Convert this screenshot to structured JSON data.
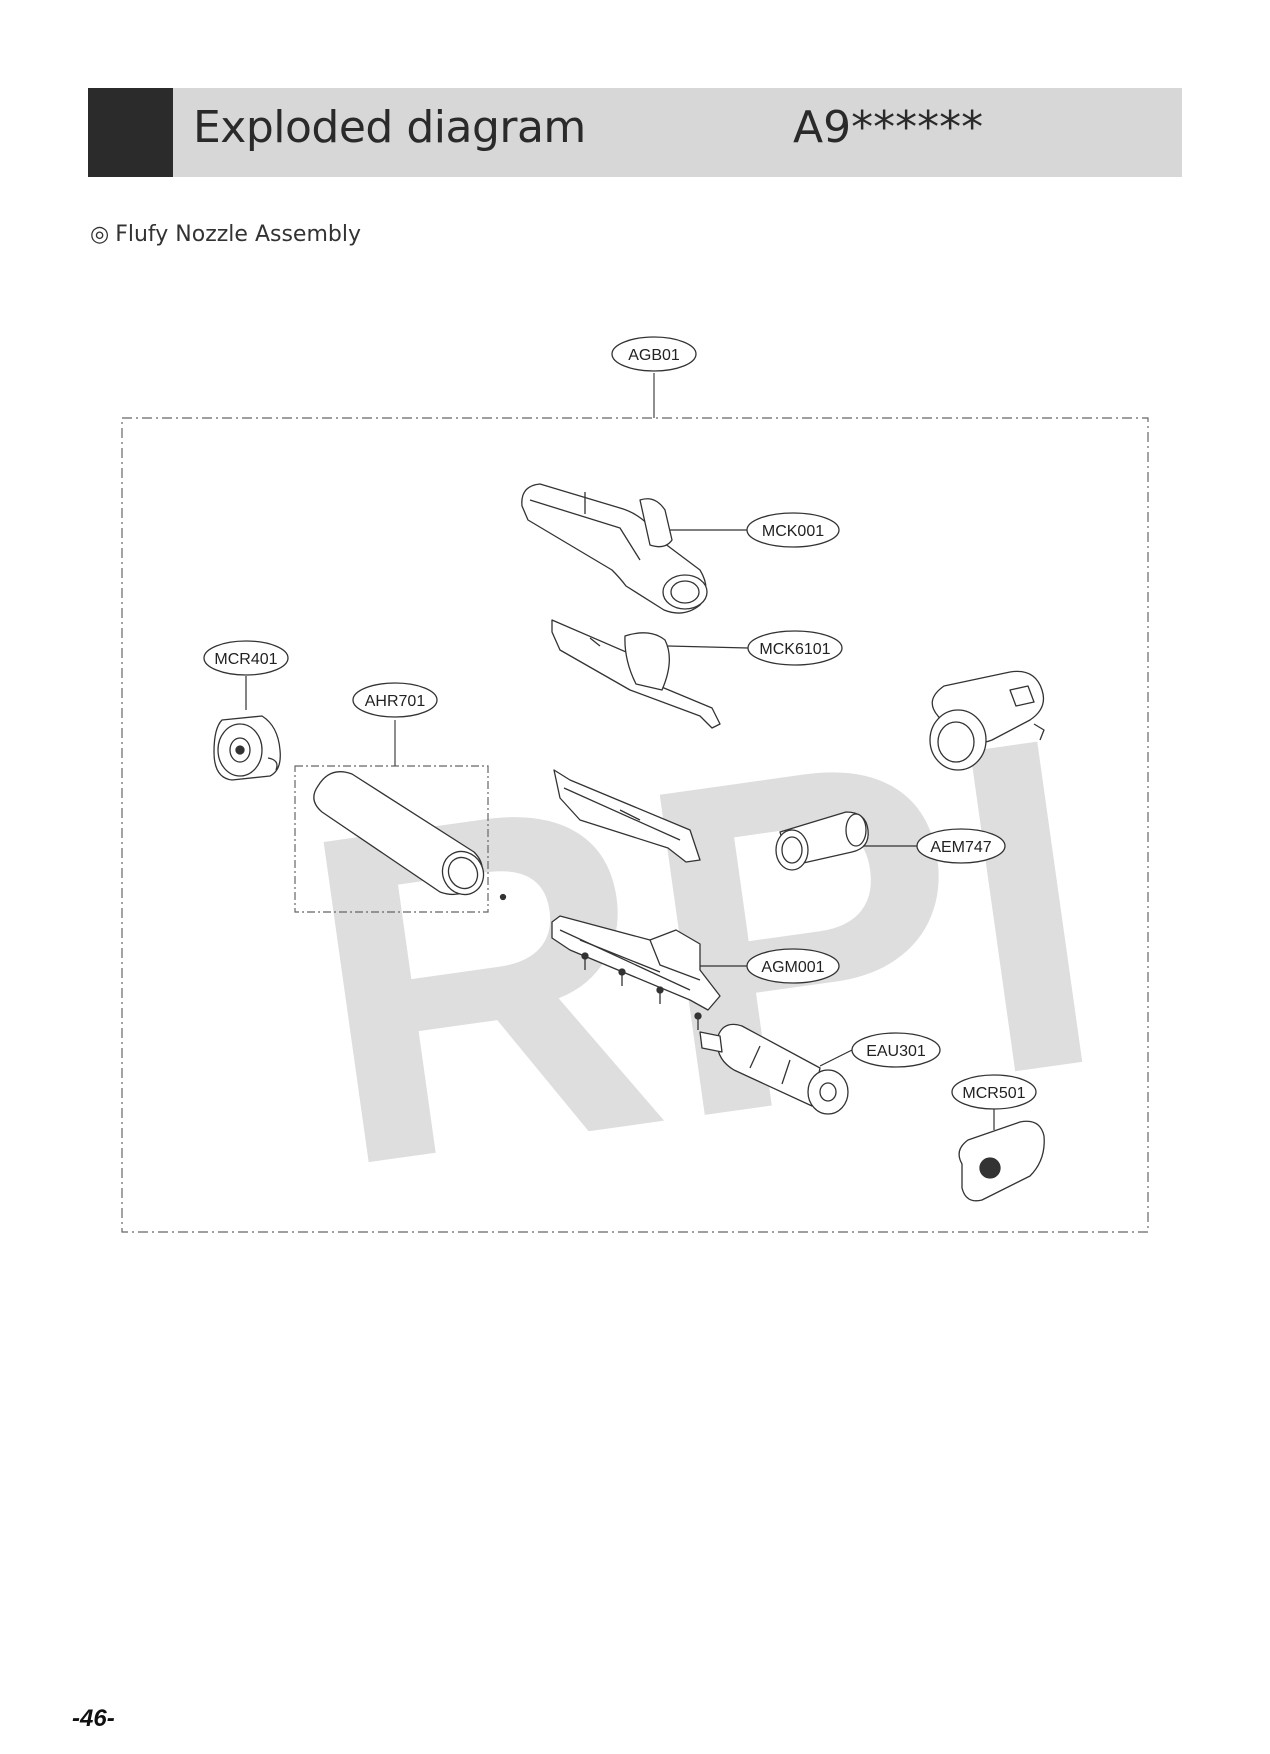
{
  "header": {
    "title": "Exploded diagram",
    "model": "A9******"
  },
  "section": {
    "bullet": "◎",
    "title": "Flufy Nozzle Assembly"
  },
  "watermark": "RPI",
  "callouts": {
    "agb01": "AGB01",
    "mck001": "MCK001",
    "mck6101": "MCK6101",
    "mcr401": "MCR401",
    "ahr701": "AHR701",
    "aem747": "AEM747",
    "agm001": "AGM001",
    "eau301": "EAU301",
    "mcr501": "MCR501"
  },
  "page_number": "-46-"
}
